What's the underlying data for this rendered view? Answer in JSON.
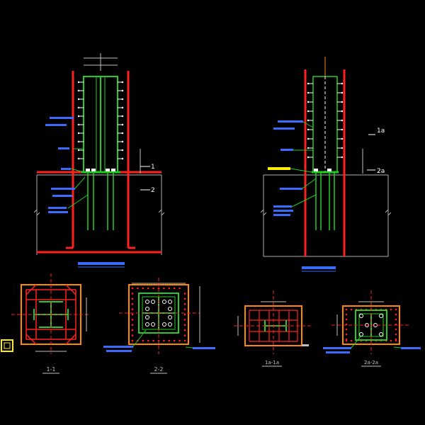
{
  "colors": {
    "background": "#000000",
    "steel_red": "#ff2020",
    "steel_green": "#22cc22",
    "concrete": "#b0b0b0",
    "dimension": "#c0c0c0",
    "note_blue": "#3a6bff",
    "section_mark": "#ffffff",
    "base_plate_orange": "#ff8800",
    "bolt_yellow": "#ffee00"
  },
  "section_marks": {
    "section_1": "1",
    "section_2": "2",
    "section_1a": "1a",
    "section_2a": "2a"
  },
  "bottom_labels": {
    "left_plan": "1-1",
    "mid_plan": "2-2",
    "right_plan_1": "1a-1a",
    "right_plan_2": "2a-2a"
  }
}
